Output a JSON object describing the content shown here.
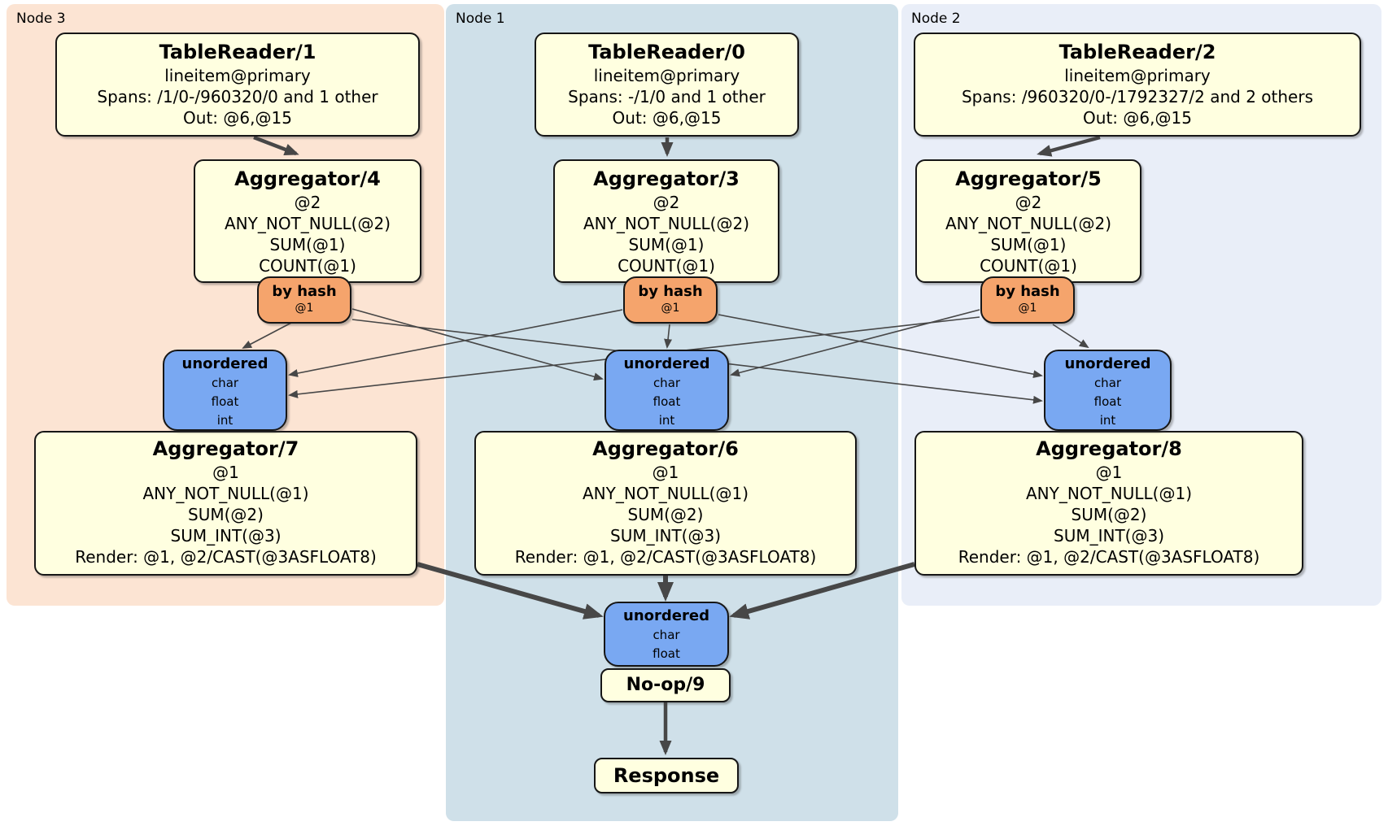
{
  "regions": {
    "node3": {
      "label": "Node 3"
    },
    "node1": {
      "label": "Node 1"
    },
    "node2": {
      "label": "Node 2"
    }
  },
  "colors": {
    "region_node3": "#fce4d3",
    "region_node1": "#cfe0e9",
    "region_node2": "#e9eef8",
    "processor_fill": "#ffffe0",
    "router_fill": "#f5a46c",
    "sync_fill": "#79a8f2",
    "edge": "#474747"
  },
  "nodes": {
    "tr1": {
      "title": "TableReader/1",
      "lines": [
        "lineitem@primary",
        "Spans: /1/0-/960320/0 and 1 other",
        "Out: @6,@15"
      ]
    },
    "tr0": {
      "title": "TableReader/0",
      "lines": [
        "lineitem@primary",
        "Spans: -/1/0 and 1 other",
        "Out: @6,@15"
      ]
    },
    "tr2": {
      "title": "TableReader/2",
      "lines": [
        "lineitem@primary",
        "Spans: /960320/0-/1792327/2 and 2 others",
        "Out: @6,@15"
      ]
    },
    "agg4": {
      "title": "Aggregator/4",
      "lines": [
        "@2",
        "ANY_NOT_NULL(@2)",
        "SUM(@1)",
        "COUNT(@1)"
      ]
    },
    "agg3": {
      "title": "Aggregator/3",
      "lines": [
        "@2",
        "ANY_NOT_NULL(@2)",
        "SUM(@1)",
        "COUNT(@1)"
      ]
    },
    "agg5": {
      "title": "Aggregator/5",
      "lines": [
        "@2",
        "ANY_NOT_NULL(@2)",
        "SUM(@1)",
        "COUNT(@1)"
      ]
    },
    "hash3": {
      "title": "by hash",
      "lines": [
        "@1"
      ]
    },
    "hash1": {
      "title": "by hash",
      "lines": [
        "@1"
      ]
    },
    "hash2": {
      "title": "by hash",
      "lines": [
        "@1"
      ]
    },
    "sync3": {
      "title": "unordered",
      "lines": [
        "char",
        "float",
        "int"
      ]
    },
    "sync1": {
      "title": "unordered",
      "lines": [
        "char",
        "float",
        "int"
      ]
    },
    "sync2": {
      "title": "unordered",
      "lines": [
        "char",
        "float",
        "int"
      ]
    },
    "agg7": {
      "title": "Aggregator/7",
      "lines": [
        "@1",
        "ANY_NOT_NULL(@1)",
        "SUM(@2)",
        "SUM_INT(@3)",
        "Render: @1, @2/CAST(@3ASFLOAT8)"
      ]
    },
    "agg6": {
      "title": "Aggregator/6",
      "lines": [
        "@1",
        "ANY_NOT_NULL(@1)",
        "SUM(@2)",
        "SUM_INT(@3)",
        "Render: @1, @2/CAST(@3ASFLOAT8)"
      ]
    },
    "agg8": {
      "title": "Aggregator/8",
      "lines": [
        "@1",
        "ANY_NOT_NULL(@1)",
        "SUM(@2)",
        "SUM_INT(@3)",
        "Render: @1, @2/CAST(@3ASFLOAT8)"
      ]
    },
    "syncf": {
      "title": "unordered",
      "lines": [
        "char",
        "float"
      ]
    },
    "noop": {
      "title": "No-op/9"
    },
    "response": {
      "title": "Response"
    }
  }
}
